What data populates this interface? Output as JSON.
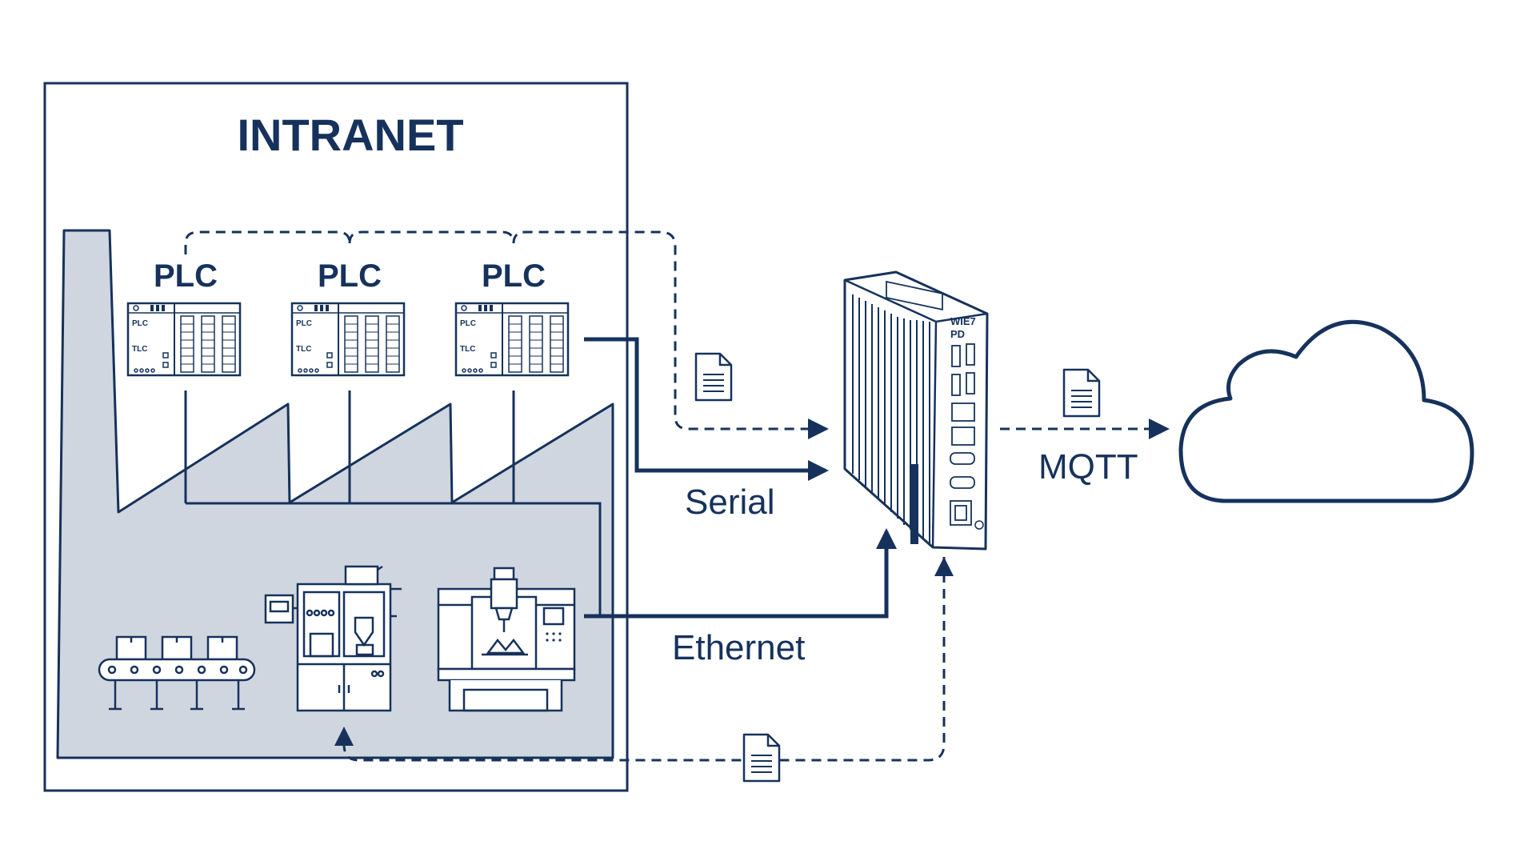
{
  "diagram": {
    "title": "INTRANET",
    "plcs": [
      {
        "label": "PLC",
        "panel_label": "PLC",
        "sub_label": "TLC"
      },
      {
        "label": "PLC",
        "panel_label": "PLC",
        "sub_label": "TLC"
      },
      {
        "label": "PLC",
        "panel_label": "PLC",
        "sub_label": "TLC"
      }
    ],
    "connections": {
      "serial": "Serial",
      "ethernet": "Ethernet",
      "mqtt": "MQTT"
    },
    "gateway": {
      "label_line1": "WIE7",
      "label_line2": "PD"
    },
    "colors": {
      "primary": "#16325c",
      "factory_fill": "#d0d6df",
      "background": "#ffffff"
    },
    "icons": [
      "plc-icon",
      "conveyor-icon",
      "machine-icon",
      "cnc-icon",
      "document-icon",
      "gateway-device-icon",
      "cloud-icon"
    ]
  }
}
